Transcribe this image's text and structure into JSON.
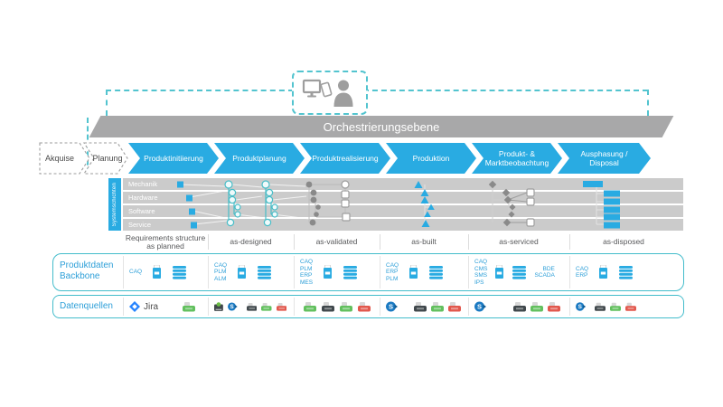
{
  "orchestration_label": "Orchestrierungsebene",
  "phases": [
    {
      "label": "Akquise",
      "style": "dashed"
    },
    {
      "label": "Planung",
      "style": "dashed"
    },
    {
      "label": "Produktinitiierung",
      "style": "solid"
    },
    {
      "label": "Produktplanung",
      "style": "solid"
    },
    {
      "label": "Produktrealisierung",
      "style": "solid"
    },
    {
      "label": "Produktion",
      "style": "solid"
    },
    {
      "label": "Produkt- & Marktbeobachtung",
      "style": "solid"
    },
    {
      "label": "Ausphasung / Disposal",
      "style": "solid"
    }
  ],
  "system_layers": {
    "title": "Systemschichten",
    "rows": [
      "Mechanik",
      "Hardware",
      "Software",
      "Service"
    ]
  },
  "columns": [
    {
      "label": "Requirements structure as planned",
      "systems": [
        "CAQ"
      ],
      "marker": "blue-square"
    },
    {
      "label": "as-designed",
      "systems": [
        "CAQ",
        "PLM",
        "ALM"
      ],
      "marker": "teal-circle-tree"
    },
    {
      "label": "as-validated",
      "systems": [
        "CAQ",
        "PLM",
        "ERP",
        "MES"
      ],
      "marker": "gray-circle-white-square-tree"
    },
    {
      "label": "as-built",
      "systems": [
        "CAQ",
        "ERP",
        "PLM"
      ],
      "marker": "blue-triangle"
    },
    {
      "label": "as-serviced",
      "systems": [
        "CAQ",
        "CMS",
        "SMS",
        "IPS"
      ],
      "systems_right": [
        "BDE",
        "SCADA"
      ],
      "marker": "gray-diamond-white-square"
    },
    {
      "label": "as-disposed",
      "systems": [
        "CAQ",
        "ERP"
      ],
      "marker": "blue-rectangle"
    }
  ],
  "backbone": {
    "label": "Produktdaten Backbone"
  },
  "datasources": {
    "label": "Datenquellen",
    "jira_label": "Jira"
  },
  "icons": {
    "top_center": "desktop-phone-user",
    "backbone_container": "system-container",
    "backbone_database": "database",
    "jira": "jira-logo",
    "sharepoint": "sharepoint-logo",
    "mini_badges": [
      "drive-badge-dark",
      "drive-badge-green",
      "drive-badge-red"
    ],
    "app_dark_green": "app-logo-dark-green"
  },
  "colors": {
    "accent_blue": "#29ABE2",
    "teal_border": "#43BCCB",
    "banner_gray": "#A8A8A9",
    "lane_gray": "#CBCBCB",
    "marker_gray": "#8A8A8A",
    "heading_text": "#58595B",
    "backbone_text": "#2D9FD8",
    "jira_blue": "#2684FF",
    "sharepoint_blue": "#1B7AC2",
    "mini_dark": "#40484C",
    "mini_green": "#62C05E",
    "mini_red": "#E2574C"
  }
}
